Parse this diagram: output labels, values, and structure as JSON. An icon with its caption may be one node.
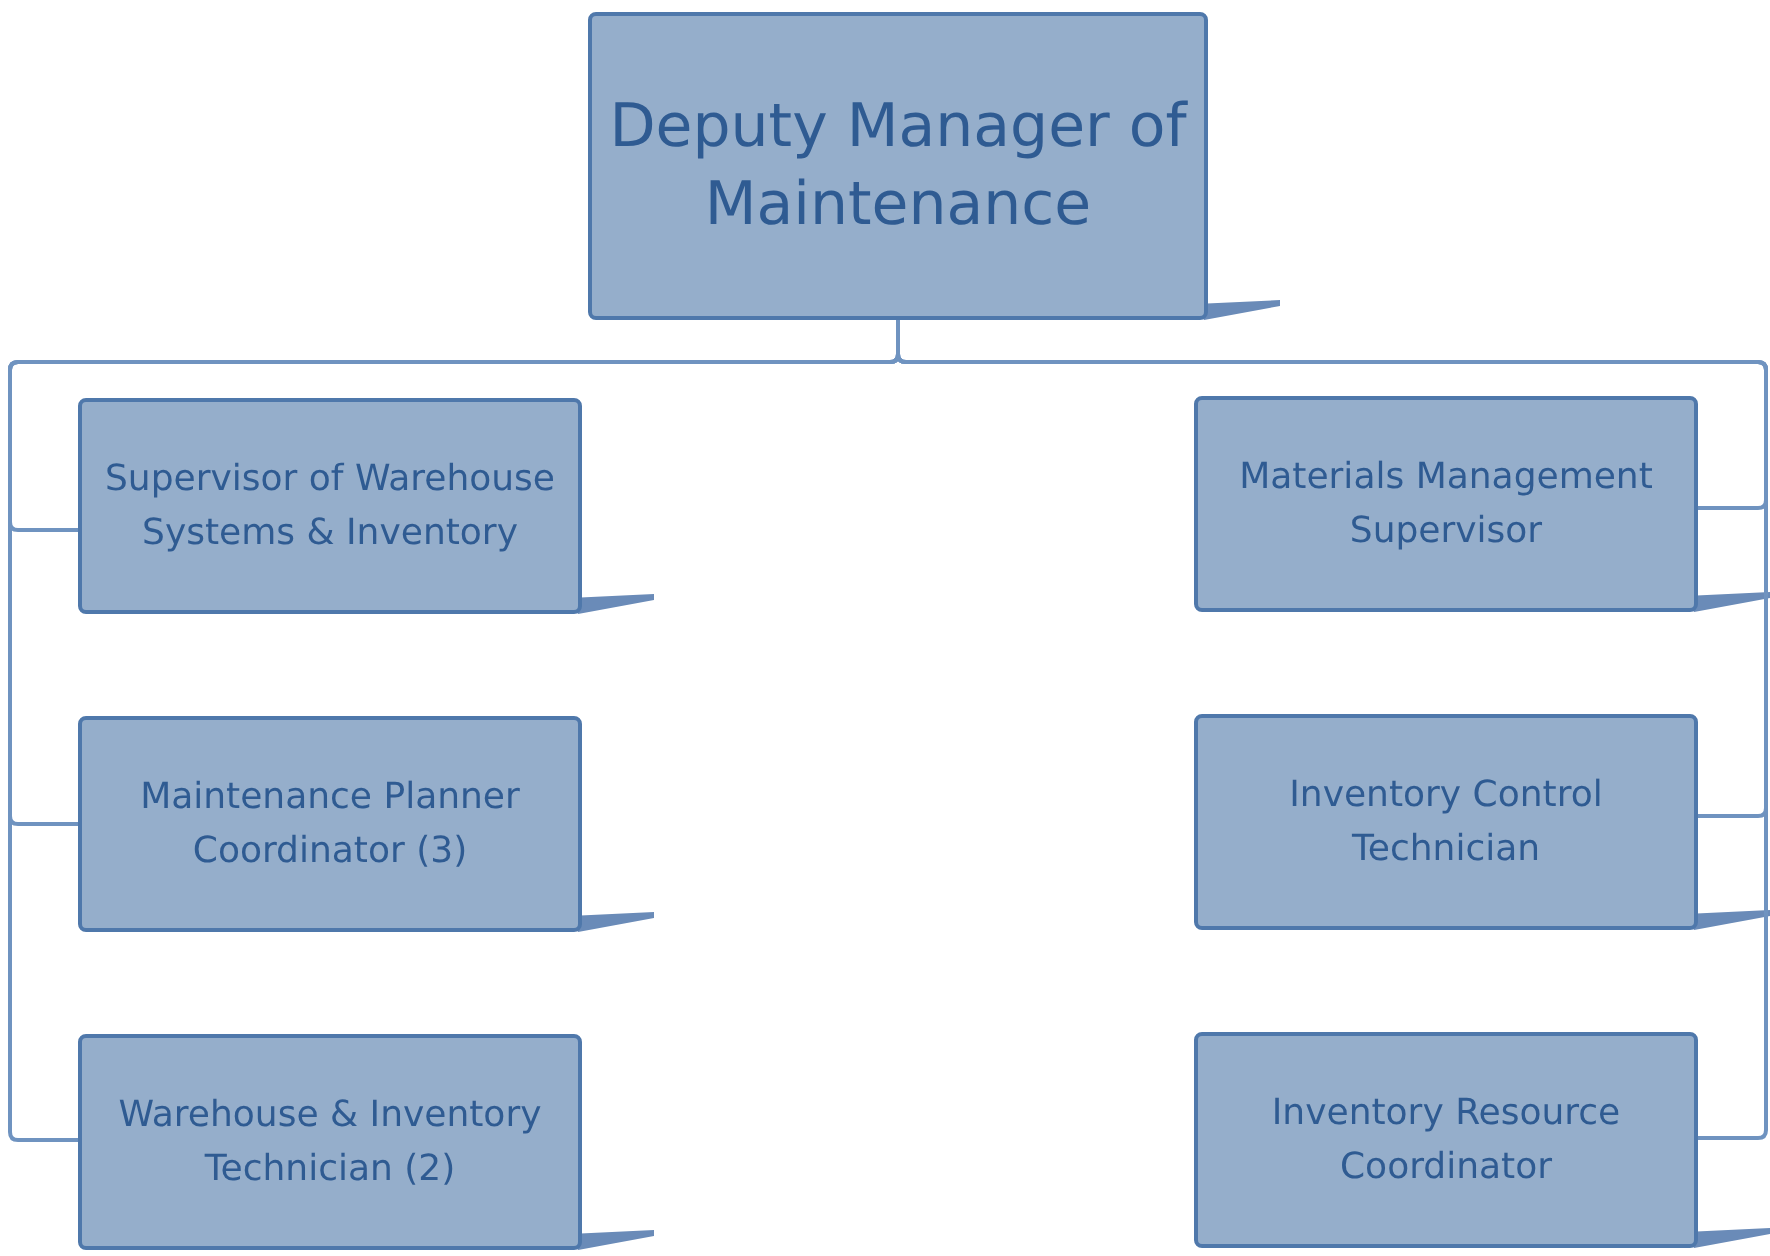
{
  "diagram": {
    "nodes": [
      {
        "text": [
          "Deputy Manager of Maintenance"
        ]
      },
      {
        "text": [
          "Supervisor of Warehouse Systems & Inventory"
        ]
      },
      {
        "text": [
          "Maintenance Planner Coordinator (3)"
        ]
      },
      {
        "text": [
          "Warehouse & Inventory Technician (2)"
        ]
      },
      {
        "text": [
          "Materials Management Supervisor"
        ]
      },
      {
        "text": [
          "Inventory Control Technician"
        ]
      },
      {
        "text": [
          "Inventory Resource Coordinator"
        ]
      }
    ],
    "edges": [
      {
        "from": 0,
        "to": 1,
        "arrow": "none"
      },
      {
        "from": 0,
        "to": 2,
        "arrow": "none"
      },
      {
        "from": 0,
        "to": 3,
        "arrow": "none"
      },
      {
        "from": 0,
        "to": 4,
        "arrow": "none"
      },
      {
        "from": 0,
        "to": 5,
        "arrow": "none"
      },
      {
        "from": 0,
        "to": 6,
        "arrow": "none"
      }
    ]
  }
}
